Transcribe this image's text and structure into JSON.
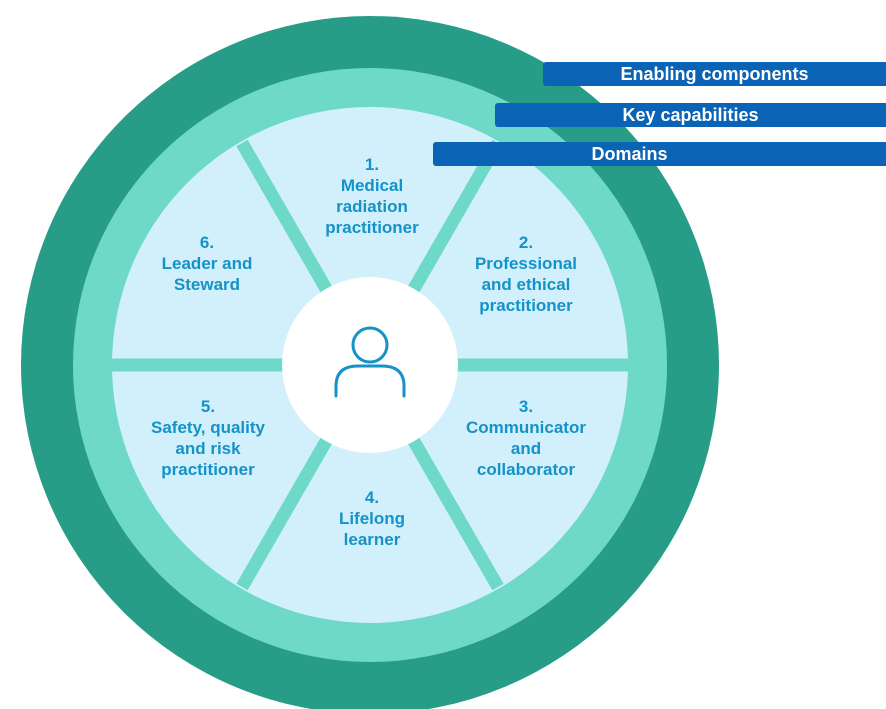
{
  "legend": {
    "enabling_components": "Enabling components",
    "key_capabilities": "Key capabilities",
    "domains": "Domains"
  },
  "domains": [
    {
      "number": "1.",
      "lines": [
        "Medical",
        "radiation",
        "practitioner"
      ]
    },
    {
      "number": "2.",
      "lines": [
        "Professional",
        "and ethical",
        "practitioner"
      ]
    },
    {
      "number": "3.",
      "lines": [
        "Communicator",
        "and",
        "collaborator"
      ]
    },
    {
      "number": "4.",
      "lines": [
        "Lifelong",
        "learner"
      ]
    },
    {
      "number": "5.",
      "lines": [
        "Safety, quality",
        "and risk",
        "practitioner"
      ]
    },
    {
      "number": "6.",
      "lines": [
        "Leader and",
        "Steward"
      ]
    }
  ],
  "center_icon": "person-icon",
  "colors": {
    "outer_ring": "#279d87",
    "middle_ring": "#6ed9c6",
    "segment_fill": "#d2f0fb",
    "text": "#1592c8",
    "banner": "#0a63b4"
  }
}
